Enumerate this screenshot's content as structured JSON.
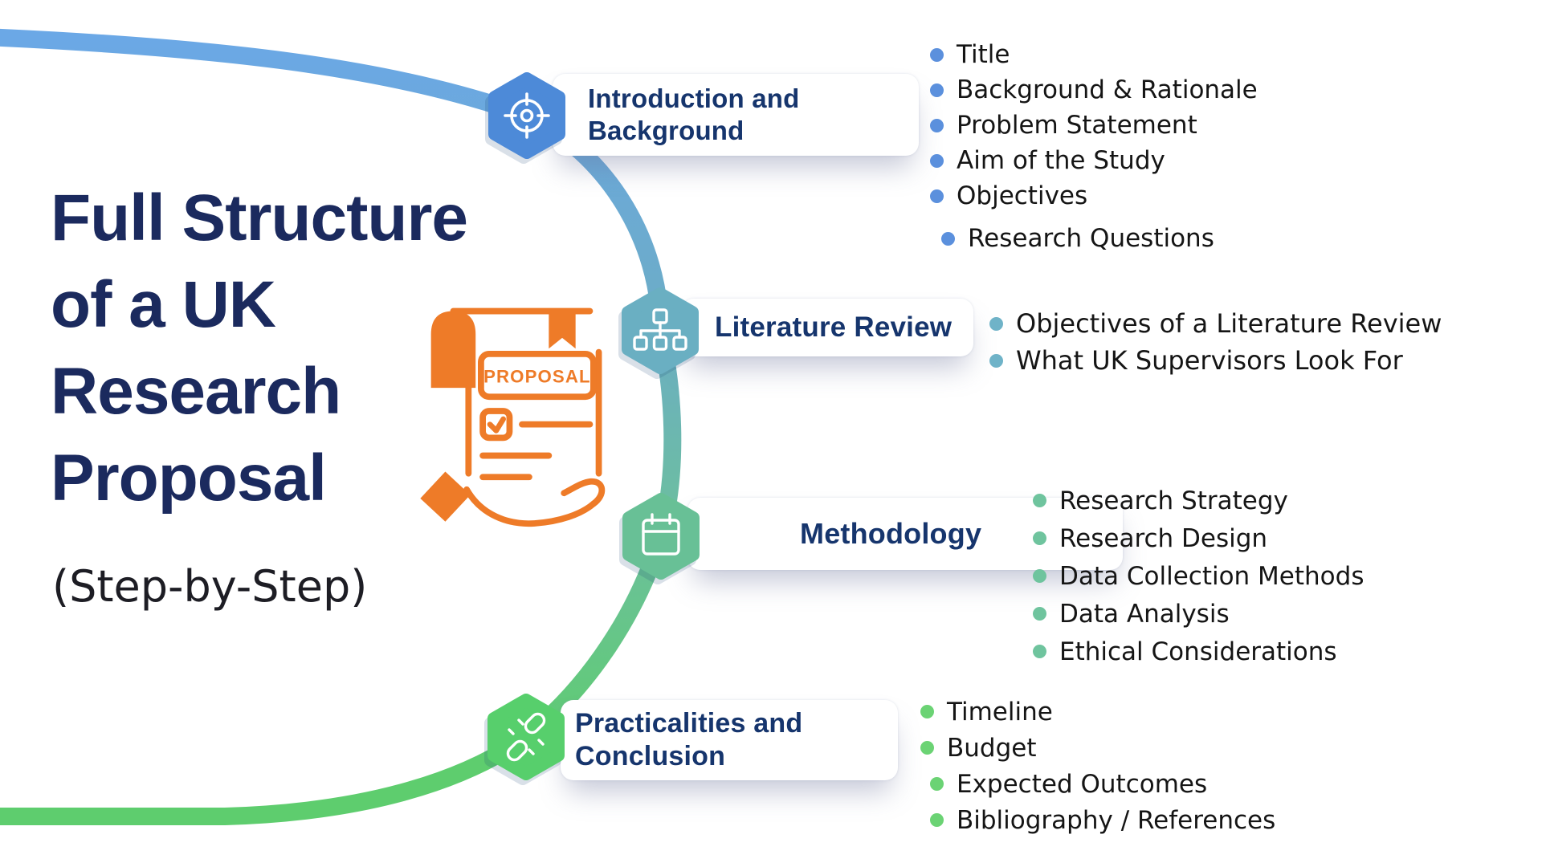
{
  "title": {
    "lines": [
      "Full Structure",
      "of a UK",
      "Research",
      "Proposal"
    ],
    "subtitle": "(Step-by-Step)",
    "color": "#1b2a5e"
  },
  "proposal_icon": {
    "label": "PROPOSAL",
    "color": "#ee7b28"
  },
  "curve": {
    "gradient": [
      "#6ba7ea",
      "#6cacc8",
      "#6cc09c",
      "#5ecd6e"
    ]
  },
  "sections": [
    {
      "label": "Introduction and Background",
      "hex_color": "#4d8ad8",
      "bullet_color": "#5b90dd",
      "icon": "target-icon",
      "items": [
        "Title",
        "Background & Rationale",
        "Problem Statement",
        "Aim of the Study",
        "Objectives",
        "Research Questions"
      ]
    },
    {
      "label": "Literature Review",
      "hex_color": "#6aafc2",
      "bullet_color": "#6fb3c8",
      "icon": "sitemap-icon",
      "items": [
        "Objectives of a Literature Review",
        "What UK Supervisors Look For"
      ]
    },
    {
      "label": "Methodology",
      "hex_color": "#68c096",
      "bullet_color": "#6fc49e",
      "icon": "calendar-icon",
      "items": [
        "Research Strategy",
        "Research Design",
        "Data Collection Methods",
        "Data Analysis",
        "Ethical Considerations"
      ]
    },
    {
      "label": "Practicalities and Conclusion",
      "hex_color": "#57cf6c",
      "bullet_color": "#6bd374",
      "icon": "broken-link-icon",
      "items": [
        "Timeline",
        "Budget",
        "Expected Outcomes",
        "Bibliography / References"
      ]
    }
  ]
}
